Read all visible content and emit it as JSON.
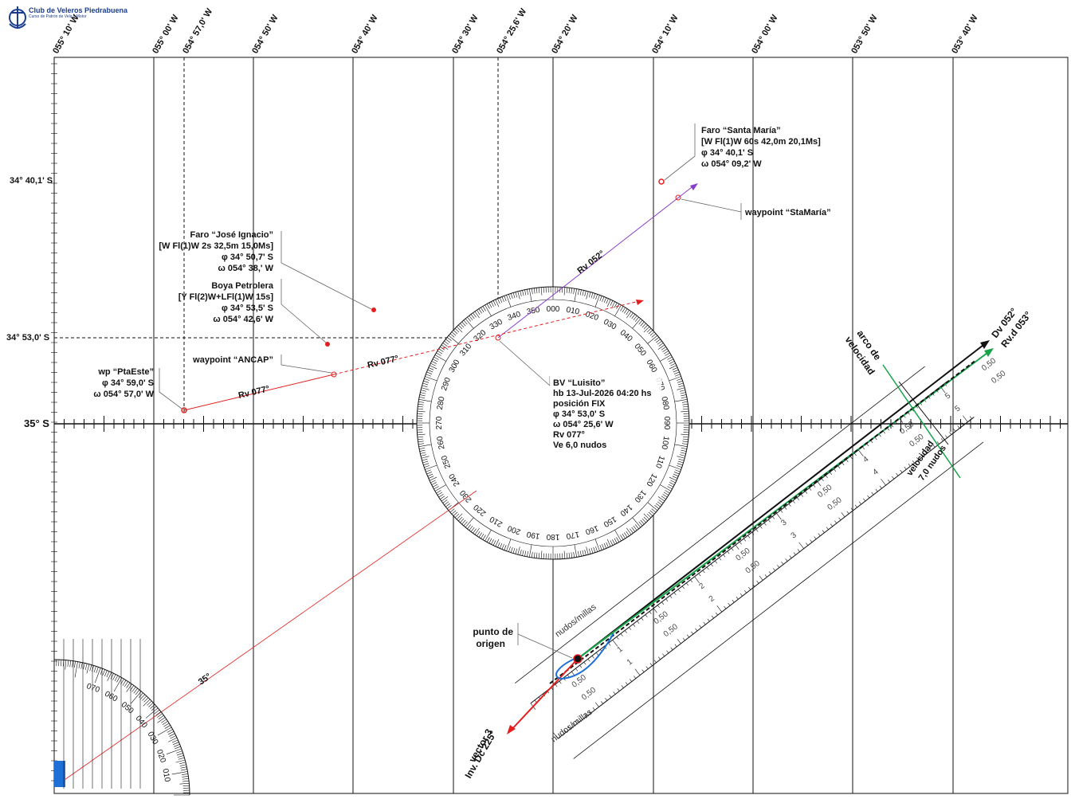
{
  "brand": {
    "club": "Club de Veleros Piedrabuena",
    "course": "Curso de Patrón de Vela y Motor"
  },
  "longitudes": [
    {
      "label": "055° 10' W"
    },
    {
      "label": "055° 00' W"
    },
    {
      "label": "054° 57,0' W"
    },
    {
      "label": "054° 50' W"
    },
    {
      "label": "054° 40' W"
    },
    {
      "label": "054° 30' W"
    },
    {
      "label": "054° 25,6' W"
    },
    {
      "label": "054° 20' W"
    },
    {
      "label": "054° 10' W"
    },
    {
      "label": "054° 00' W"
    },
    {
      "label": "053° 50' W"
    },
    {
      "label": "053° 40' W"
    }
  ],
  "latitudes": {
    "lat1": "34° 40,1' S",
    "lat2": "34° 53,0' S",
    "lat3": "35° S"
  },
  "faro_sm": {
    "l1": "Faro “Santa María”",
    "l2": "[W Fl(1)W 60s 42,0m 20,1Ms]",
    "l3": "φ 34° 40,1' S",
    "l4": "ω 054° 09,2' W"
  },
  "faro_ji": {
    "l1": "Faro “José Ignacio”",
    "l2": "[W Fl(1)W 2s 32,5m 15,0Ms]",
    "l3": "φ 34° 50,7' S",
    "l4": "ω 054° 38,' W"
  },
  "boya": {
    "l1": "Boya Petrolera",
    "l2": "[Y Fl(2)W+LFl(1)W 15s]",
    "l3": "φ 34° 53,5' S",
    "l4": "ω 054° 42,6' W"
  },
  "wp_ancap": "waypoint “ANCAP”",
  "wp_stamaria": "waypoint “StaMaría”",
  "wp_ptaeste": {
    "l1": "wp “PtaEste”",
    "l2": "φ 34° 59,0' S",
    "l3": "ω 054° 57,0' W"
  },
  "bv": {
    "l1": "BV “Luisito”",
    "l2": "hb 13-Jul-2026 04:20 hs",
    "l3": "posición FIX",
    "l4": "φ 34° 53,0' S",
    "l5": "ω 054° 25,6' W",
    "l6": "Rv 077°",
    "l7": "Ve 6,0 nudos"
  },
  "courses": {
    "rv052": "Rv 052°",
    "rv077a": "Rv 077°",
    "rv077b": "Rv 077°",
    "ang35": "35°"
  },
  "vector": {
    "dv": "Dv 052°",
    "rvd": "Rv.d 053°",
    "arco1": "arco de",
    "arco2": "velocidad",
    "vel1": "velocidad",
    "vel2": "7,0 nudos",
    "origen1": "punto de",
    "origen2": "origen",
    "v3a": "vector 3",
    "v3b": "Inv. Dc 225°",
    "unit1": "nudos/millas",
    "unit2": "nudos/millas"
  },
  "ruler_ticks": [
    "0,50",
    "1",
    "0,50",
    "2",
    "0,50",
    "3",
    "0,50",
    "4",
    "0,50",
    "5",
    "0,50"
  ],
  "protractor_labels": [
    "000",
    "010",
    "020",
    "030",
    "040",
    "050",
    "060",
    "070",
    "080",
    "090",
    "100",
    "110",
    "120",
    "130",
    "140",
    "150",
    "160",
    "170",
    "180",
    "190",
    "200",
    "210",
    "220",
    "230",
    "240",
    "250",
    "260",
    "270",
    "280",
    "290",
    "300",
    "310",
    "320",
    "330",
    "340",
    "350"
  ],
  "quarter_labels": [
    "010",
    "020",
    "030",
    "040",
    "050",
    "060",
    "070"
  ],
  "colors": {
    "route": "#e41e1e",
    "bearing": "#8a3fc9",
    "green": "#16a34a",
    "blue": "#1e6fd6",
    "black": "#111111"
  }
}
